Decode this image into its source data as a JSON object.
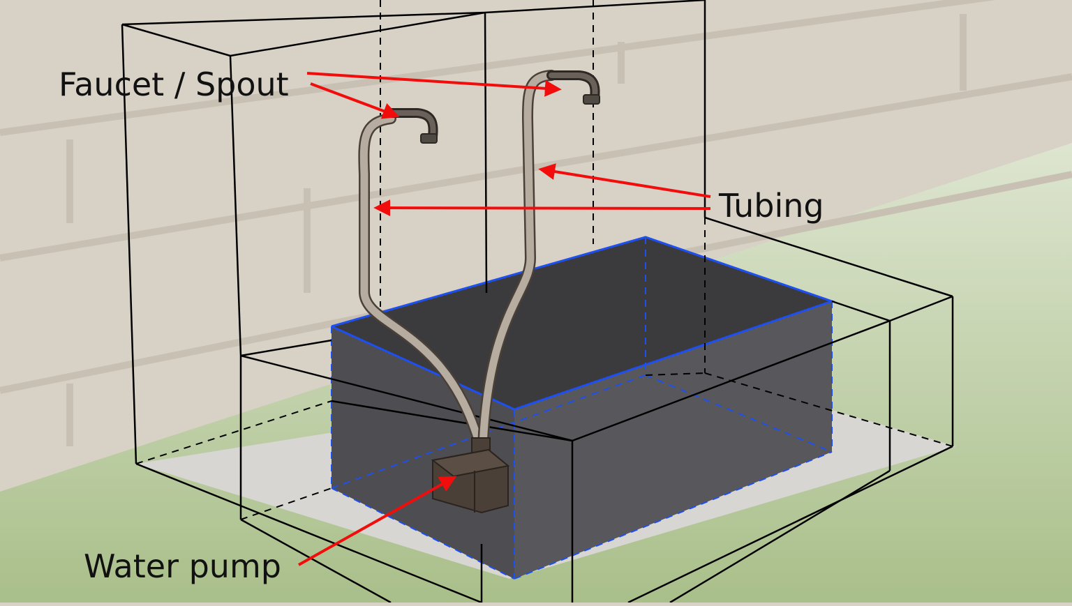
{
  "labels": {
    "faucet": "Faucet / Spout",
    "tubing": "Tubing",
    "pump": "Water pump"
  },
  "colors": {
    "wall": "#d8d1c5",
    "brick_line": "#c8c0b2",
    "lawn_light": "#eef1e6",
    "lawn_dark": "#a9bf8a",
    "floor": "#d7d6d2",
    "basin_front": "#4e4e52",
    "basin_inner": "#3b3b3e",
    "basin_outline": "#1e4ff0",
    "tube": "#b6aca0",
    "tube_edge": "#4a4038",
    "pump": "#4b4038",
    "faucet": "#4f4a44",
    "arrow": "#f20d0d",
    "frame": "#000000"
  }
}
